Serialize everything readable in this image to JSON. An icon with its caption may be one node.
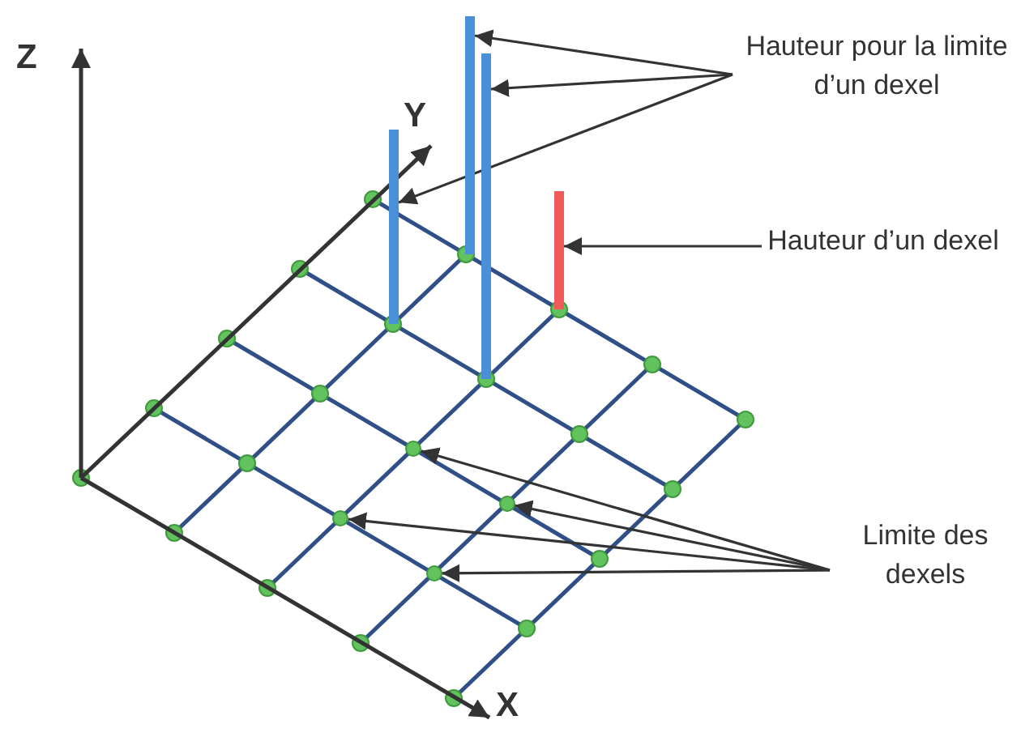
{
  "diagram": {
    "nodes": [
      {
        "text": [
          "Hauteur pour la limite d’un dexel"
        ]
      },
      {
        "text": [],
        "shape": "bar"
      },
      {
        "text": [],
        "shape": "bar"
      },
      {
        "text": [],
        "shape": "bar"
      },
      {
        "text": [
          "Hauteur d’un dexel"
        ]
      },
      {
        "text": [],
        "shape": "bar"
      },
      {
        "text": [
          "Limite des dexels"
        ]
      },
      {
        "text": [],
        "shape": "circle"
      },
      {
        "text": [],
        "shape": "circle"
      },
      {
        "text": [],
        "shape": "circle"
      },
      {
        "text": [],
        "shape": "circle"
      }
    ],
    "edges": [
      {
        "from": 0,
        "to": 3,
        "arrow": "to"
      },
      {
        "from": 0,
        "to": 2,
        "arrow": "to"
      },
      {
        "from": 0,
        "to": 1,
        "arrow": "to"
      },
      {
        "from": 4,
        "to": 5,
        "arrow": "to"
      },
      {
        "from": 6,
        "to": 7,
        "arrow": "to"
      },
      {
        "from": 6,
        "to": 8,
        "arrow": "to"
      },
      {
        "from": 6,
        "to": 9,
        "arrow": "to"
      },
      {
        "from": 6,
        "to": 10,
        "arrow": "to"
      }
    ],
    "labels": [
      "Z",
      "Y",
      "X"
    ]
  }
}
